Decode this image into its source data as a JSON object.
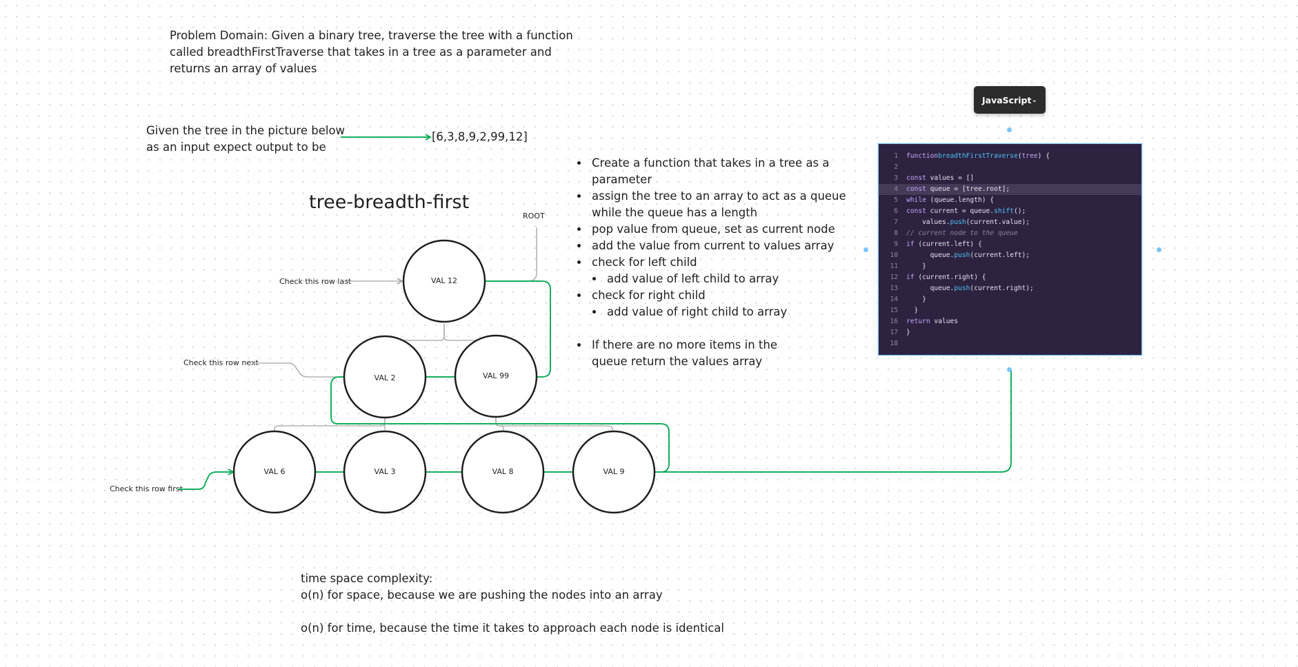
{
  "problem_text": "Problem Domain: Given a binary tree, traverse the tree with a function called breadthFirstTraverse that takes in a tree as a parameter and returns an array of values",
  "given_text": "Given the tree in the picture below as an input expect output to be",
  "expected_output": "[6,3,8,9,2,99,12]",
  "diagram": {
    "title": "tree-breadth-first",
    "root_label": "ROOT",
    "row_labels": {
      "last": "Check this row last",
      "next": "Check this row next",
      "first": "Check this row first"
    },
    "nodes": {
      "val12": "VAL 12",
      "val2": "VAL 2",
      "val99": "VAL 99",
      "val6": "VAL 6",
      "val3": "VAL 3",
      "val8": "VAL 8",
      "val9": "VAL 9"
    }
  },
  "bullets": [
    "Create a function that takes in a tree as a parameter",
    "assign the tree to an array to act as a queue",
    "while the queue has a length",
    "pop value from queue, set as current node",
    "add the value from current to values array",
    "check for left child",
    "add value of left child to array",
    "check for right child",
    "add value of right child to array",
    "If there are no more items in the",
    "queue return the values array"
  ],
  "language_dropdown": {
    "label": "JavaScript",
    "icon": "chevron-down-icon"
  },
  "code": {
    "line_numbers": [
      "1",
      "2",
      "3",
      "4",
      "5",
      "6",
      "7",
      "8",
      "9",
      "10",
      "11",
      "12",
      "13",
      "14",
      "15",
      "16",
      "17",
      "18"
    ],
    "highlighted_line": 4,
    "colors": {
      "background": "#2d2340",
      "keyword": "#c6a7ff",
      "function": "#4fc3f7",
      "text": "#e8e4f4",
      "comment": "#8a82a3"
    }
  },
  "complexity": {
    "heading": "time space complexity:",
    "space": "o(n) for space, because we are pushing the nodes into an array",
    "time": "o(n) for time, because the time it takes to approach each node is identical"
  },
  "colors": {
    "connector_green": "#14ae5c",
    "connector_gray": "#b3b3b3",
    "selection_blue": "#7cc4fa"
  }
}
